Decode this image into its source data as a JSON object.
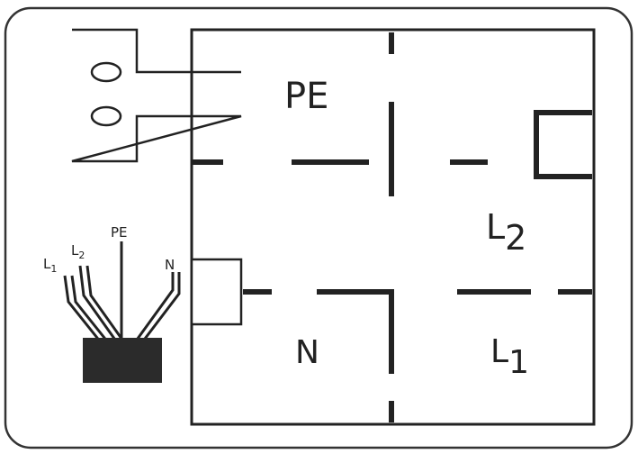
{
  "diagram": {
    "zones": {
      "pe": "PE",
      "l2": "L",
      "l2_sub": "2",
      "n": "N",
      "l1": "L",
      "l1_sub": "1"
    },
    "cable": {
      "l1": "L",
      "l1_sub": "1",
      "l2": "L",
      "l2_sub": "2",
      "pe": "PE",
      "n": "N"
    }
  },
  "colors": {
    "line": "#222222",
    "frame": "#333333",
    "connector_block": "#2b2b2b"
  }
}
